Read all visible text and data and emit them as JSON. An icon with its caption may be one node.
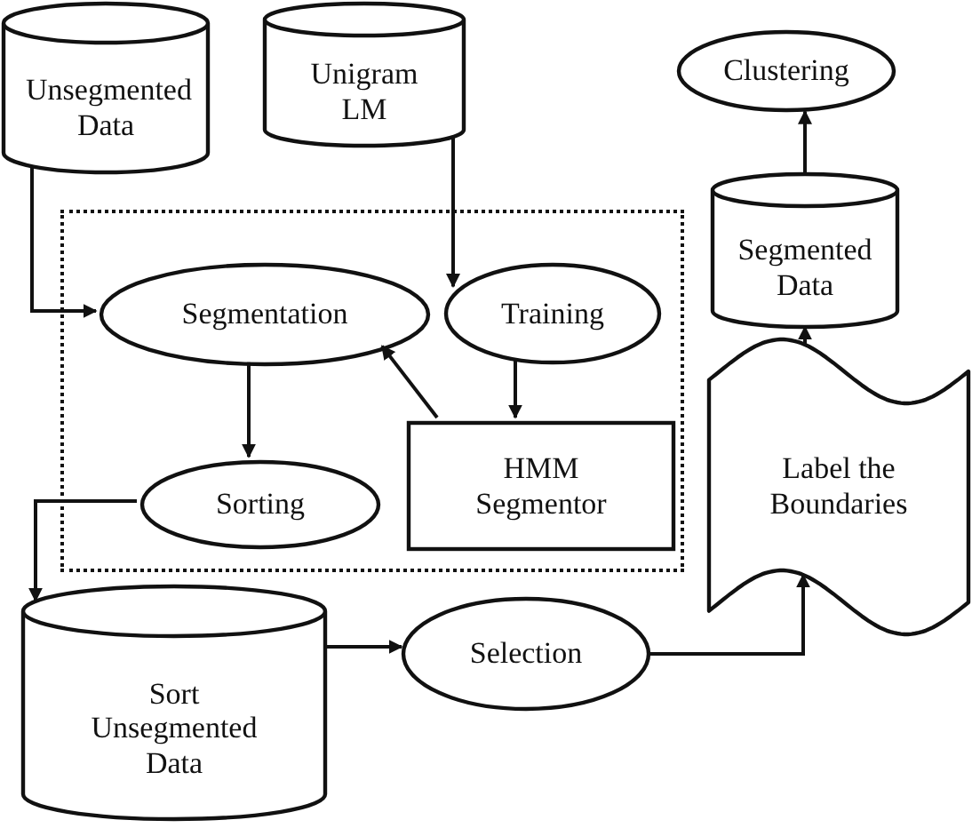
{
  "diagram": {
    "nodes": [
      {
        "text": [
          "Unsegmented Data"
        ]
      },
      {
        "text": [
          "Unigram LM"
        ]
      },
      {
        "text": [
          "Clustering"
        ]
      },
      {
        "text": [
          "Segmented Data"
        ]
      },
      {
        "text": [],
        "shape": "box"
      },
      {
        "text": [
          "Segmentation"
        ],
        "in": 4
      },
      {
        "text": [
          "Training"
        ],
        "in": 4
      },
      {
        "text": [
          "Sorting"
        ],
        "in": 4
      },
      {
        "text": [
          "HMM Segmentor"
        ],
        "in": 4
      },
      {
        "text": [
          "Label the Boundaries"
        ]
      },
      {
        "text": [
          "Sort Unsegmented Data"
        ]
      },
      {
        "text": [
          "Selection"
        ]
      }
    ],
    "edges": [
      {
        "from": 0,
        "to": 5,
        "arrow": "to"
      },
      {
        "from": 1,
        "to": 6,
        "arrow": "to"
      },
      {
        "from": 6,
        "to": 8,
        "arrow": "to"
      },
      {
        "from": 8,
        "to": 5,
        "arrow": "to"
      },
      {
        "from": 5,
        "to": 7,
        "arrow": "to"
      },
      {
        "from": 7,
        "to": 10,
        "arrow": "to"
      },
      {
        "from": 10,
        "to": 11,
        "arrow": "to"
      },
      {
        "from": 11,
        "to": 9,
        "arrow": "to"
      },
      {
        "from": 9,
        "to": 3,
        "arrow": "to"
      },
      {
        "from": 3,
        "to": 2,
        "arrow": "to"
      }
    ]
  }
}
